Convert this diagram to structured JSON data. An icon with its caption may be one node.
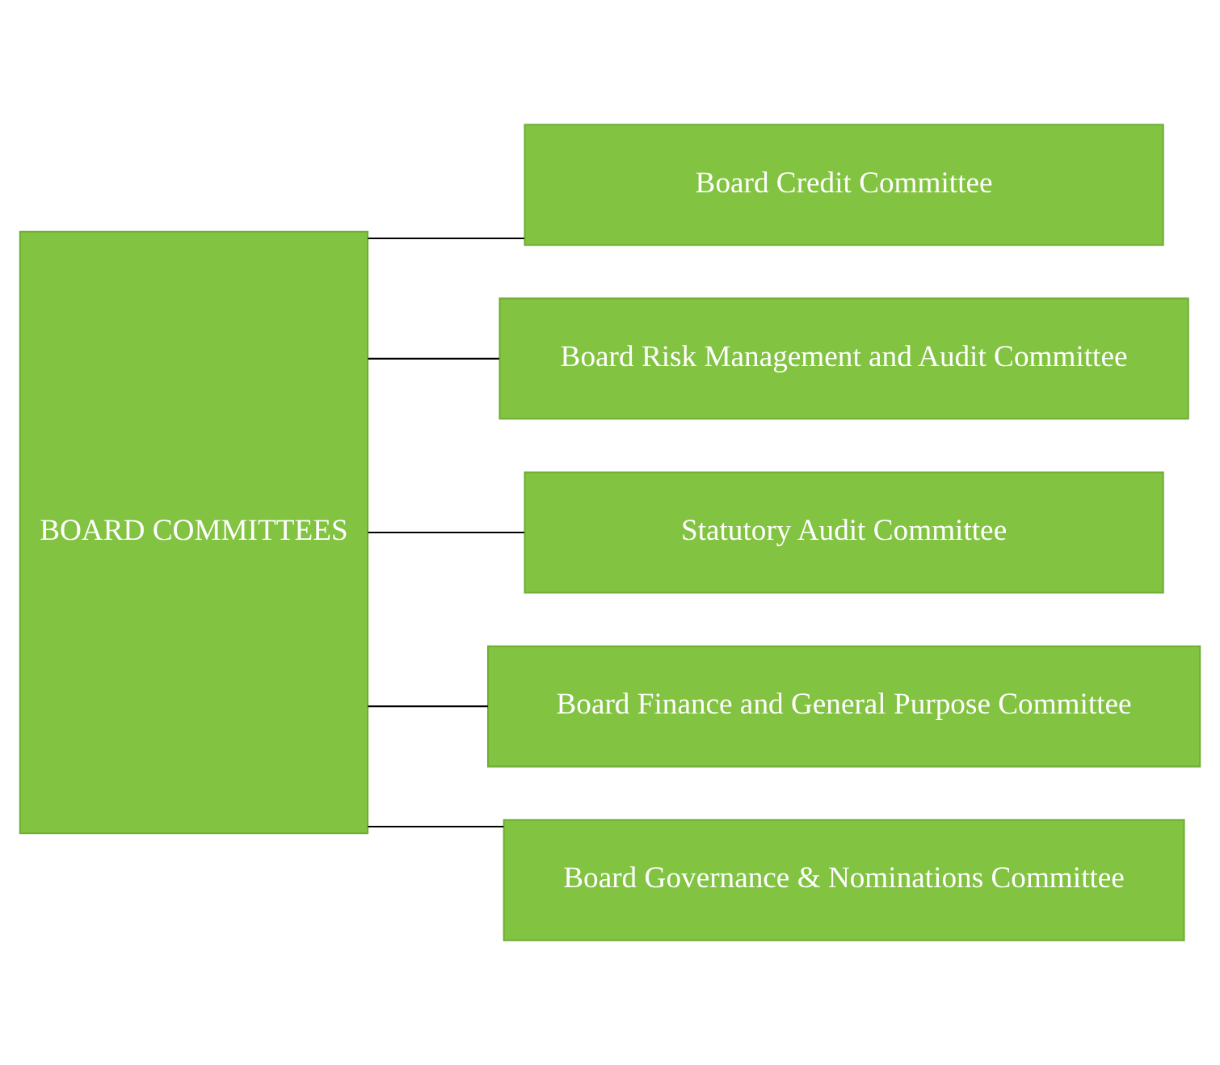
{
  "diagram": {
    "nodes": [
      {
        "text": [
          "BOARD COMMITTEES"
        ]
      },
      {
        "text": [
          "Board Credit Committee"
        ]
      },
      {
        "text": [
          "Board Risk Management and Audit Committee"
        ]
      },
      {
        "text": [
          "Statutory Audit Committee"
        ]
      },
      {
        "text": [
          "Board Finance and General Purpose Committee"
        ]
      },
      {
        "text": [
          "Board Governance & Nominations Committee"
        ]
      }
    ],
    "edges": [
      {
        "from": 0,
        "to": 1,
        "arrow": "none"
      },
      {
        "from": 0,
        "to": 2,
        "arrow": "none"
      },
      {
        "from": 0,
        "to": 3,
        "arrow": "none"
      },
      {
        "from": 0,
        "to": 4,
        "arrow": "none"
      },
      {
        "from": 0,
        "to": 5,
        "arrow": "none"
      }
    ]
  }
}
